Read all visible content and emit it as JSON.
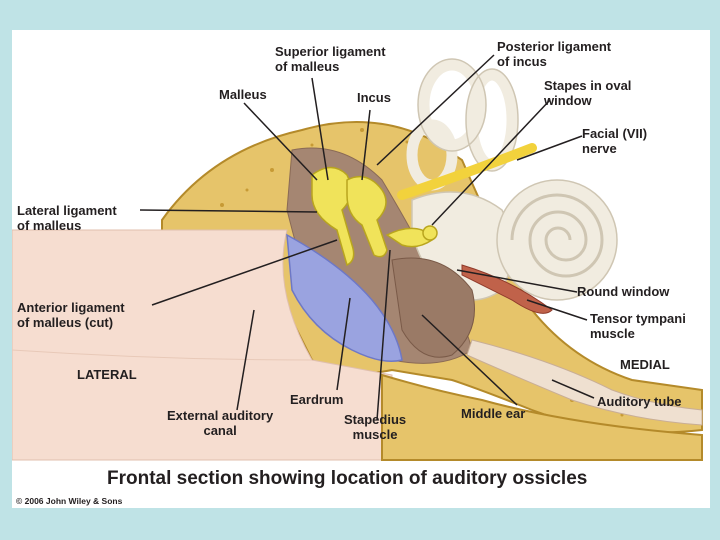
{
  "labels": {
    "superior_ligament": "Superior ligament\nof malleus",
    "posterior_ligament": "Posterior ligament\nof incus",
    "malleus": "Malleus",
    "incus": "Incus",
    "stapes": "Stapes in oval\nwindow",
    "facial_nerve": "Facial (VII)\nnerve",
    "lateral_ligament": "Lateral ligament\nof malleus",
    "anterior_ligament": "Anterior ligament\nof malleus (cut)",
    "round_window": "Round window",
    "tensor_tympani": "Tensor tympani\nmuscle",
    "lateral": "LATERAL",
    "medial": "MEDIAL",
    "eardrum": "Eardrum",
    "external_canal": "External auditory\ncanal",
    "stapedius": "Stapedius\nmuscle",
    "middle_ear": "Middle ear",
    "auditory_tube": "Auditory tube"
  },
  "caption": "Frontal section showing location of auditory ossicles",
  "copyright": "© 2006 John Wiley & Sons"
}
